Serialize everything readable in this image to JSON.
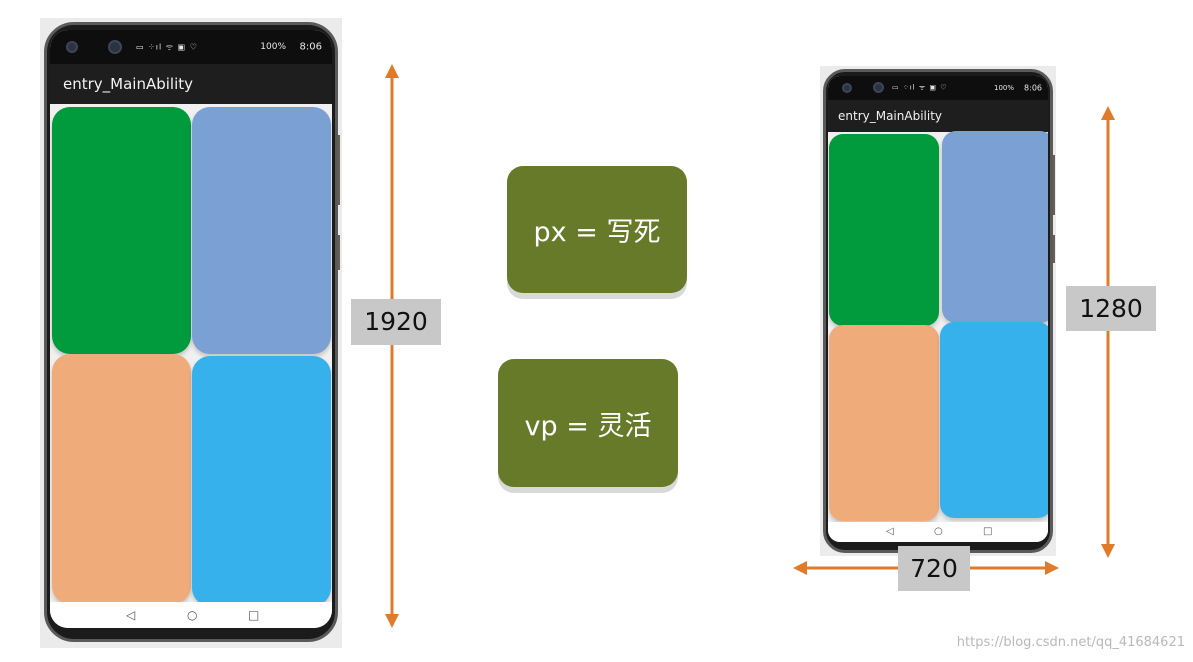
{
  "left_phone": {
    "app_title": "entry_MainAbility",
    "status_battery": "100%",
    "status_time": "8:06",
    "tiles": [
      {
        "color": "#019a3d"
      },
      {
        "color": "#7ba0d3"
      },
      {
        "color": "#f0ab7b"
      },
      {
        "color": "#36b1ec"
      }
    ]
  },
  "right_phone": {
    "app_title": "entry_MainAbility",
    "status_battery": "100%",
    "status_time": "8:06",
    "tiles": [
      {
        "color": "#019a3d"
      },
      {
        "color": "#7ba0d3"
      },
      {
        "color": "#f0ab7b"
      },
      {
        "color": "#36b1ec"
      }
    ]
  },
  "dimensions": {
    "left_height": "1920",
    "right_height": "1280",
    "right_width": "720",
    "arrow_color": "#e07b2c"
  },
  "units": {
    "px_label": "px = 写死",
    "vp_label": "vp = 灵活",
    "box_color": "#667a29"
  },
  "watermark": "https://blog.csdn.net/qq_41684621",
  "nav_icons": [
    "back-icon",
    "home-icon",
    "recent-apps-icon"
  ]
}
